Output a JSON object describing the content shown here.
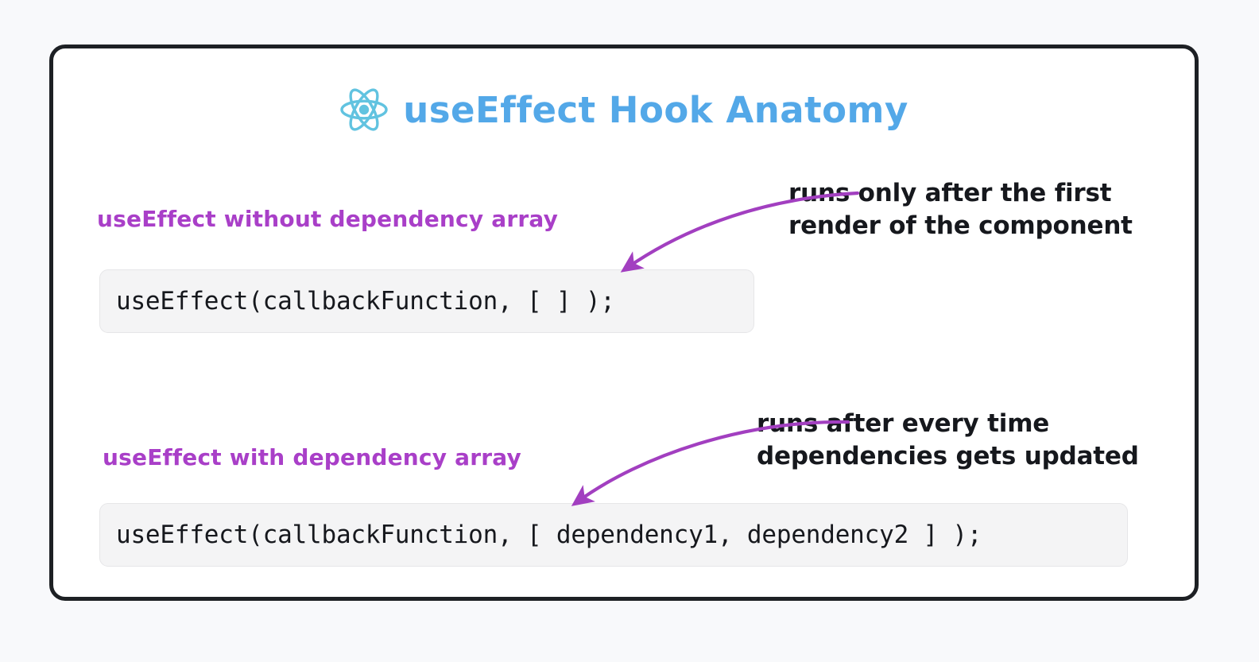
{
  "page": {
    "background_color": "#f8f9fb",
    "card_background": "#ffffff",
    "card_border_color": "#1d2024"
  },
  "header": {
    "logo_icon": "react-atom-icon",
    "title": "useEffect Hook Anatomy",
    "title_color": "#53a8e8",
    "logo_color": "#61c3e0"
  },
  "sections": [
    {
      "heading": "useEffect without dependency array",
      "heading_color": "#a93fc8",
      "code": "useEffect(callbackFunction, [ ] );",
      "annotation_line_1": "runs only after the first",
      "annotation_line_2": "render of the component",
      "arrow_color": "#a23fc0"
    },
    {
      "heading": "useEffect with dependency array",
      "heading_color": "#a93fc8",
      "code": "useEffect(callbackFunction, [ dependency1, dependency2 ] );",
      "annotation_line_1": "runs after every time",
      "annotation_line_2": "dependencies gets updated",
      "arrow_color": "#a23fc0"
    }
  ]
}
